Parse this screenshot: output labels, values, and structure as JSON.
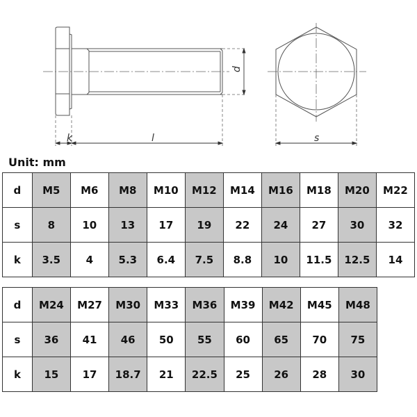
{
  "drawing": {
    "labels": {
      "k": "k",
      "l": "l",
      "d": "d",
      "s": "s"
    }
  },
  "unit_label": "Unit: mm",
  "table1": {
    "row_labels": [
      "d",
      "s",
      "k"
    ],
    "d": [
      "M5",
      "M6",
      "M8",
      "M10",
      "M12",
      "M14",
      "M16",
      "M18",
      "M20",
      "M22"
    ],
    "s": [
      "8",
      "10",
      "13",
      "17",
      "19",
      "22",
      "24",
      "27",
      "30",
      "32"
    ],
    "k": [
      "3.5",
      "4",
      "5.3",
      "6.4",
      "7.5",
      "8.8",
      "10",
      "11.5",
      "12.5",
      "14"
    ]
  },
  "table2": {
    "row_labels": [
      "d",
      "s",
      "k"
    ],
    "d": [
      "M24",
      "M27",
      "M30",
      "M33",
      "M36",
      "M39",
      "M42",
      "M45",
      "M48"
    ],
    "s": [
      "36",
      "41",
      "46",
      "50",
      "55",
      "60",
      "65",
      "70",
      "75"
    ],
    "k": [
      "15",
      "17",
      "18.7",
      "21",
      "22.5",
      "25",
      "26",
      "28",
      "30"
    ]
  },
  "colors": {
    "shade": "#c8c8c8",
    "border": "#333333",
    "line": "#555555"
  }
}
